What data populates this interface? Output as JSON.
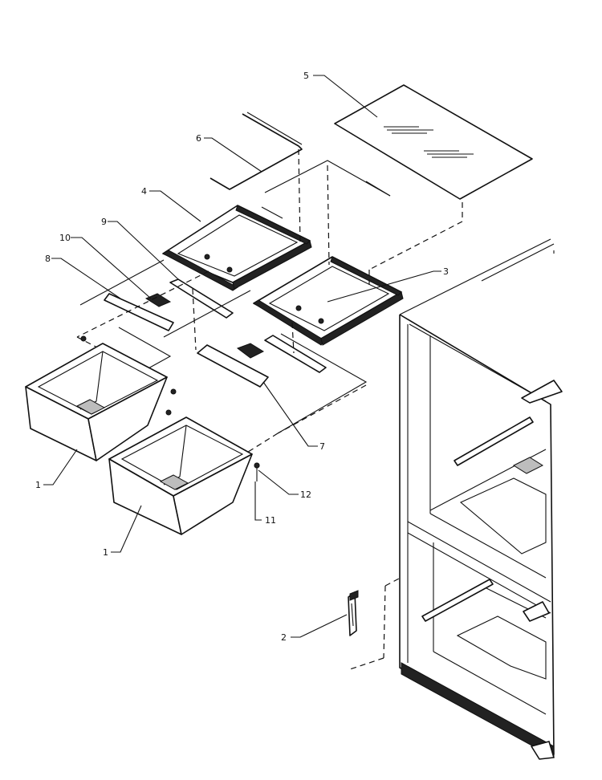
{
  "callouts": {
    "c1a": "1",
    "c1b": "1",
    "c2": "2",
    "c3": "3",
    "c4": "4",
    "c5": "5",
    "c6": "6",
    "c7": "7",
    "c8": "8",
    "c9": "9",
    "c10": "10",
    "c11": "11",
    "c12": "12"
  }
}
